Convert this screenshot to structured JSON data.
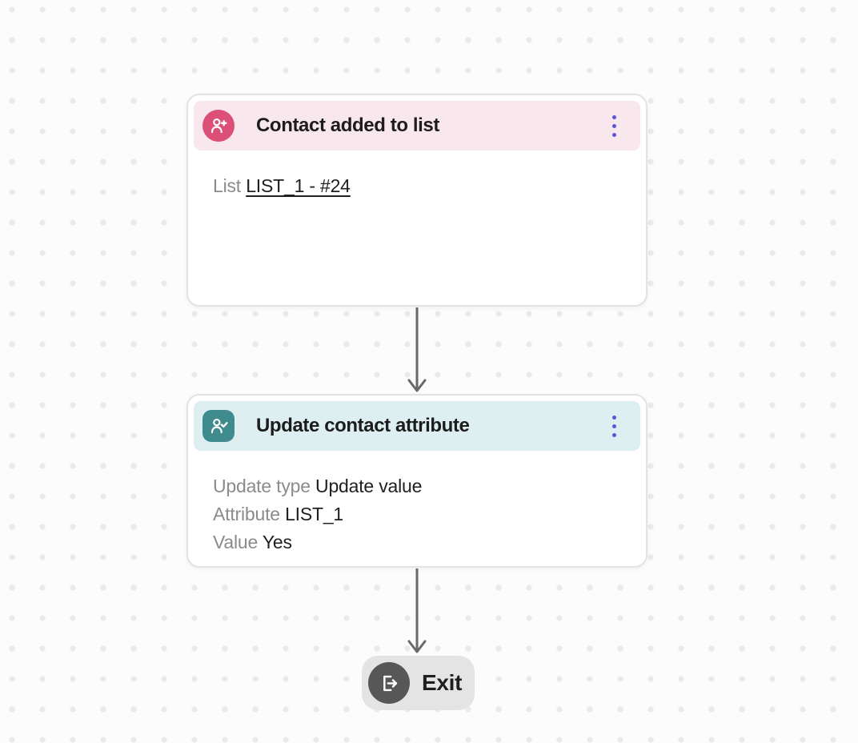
{
  "colors": {
    "canvas_bg": "#fcfcfc",
    "dot": "#eaeaea",
    "card_border": "#e3e3e3",
    "trigger_header_bg": "#f9e7ee",
    "trigger_icon_bg": "#dc4f77",
    "action_header_bg": "#ddeff1",
    "action_icon_bg": "#408b8e",
    "menu_dots": "#5b55d9",
    "arrow": "#696969",
    "exit_bg": "#e4e4e4",
    "exit_circle": "#575757",
    "title_color": "#1c1c1c",
    "label_color": "#8b8b8b",
    "value_color": "#202020"
  },
  "nodes": [
    {
      "type": "trigger",
      "title": "Contact added to list",
      "icon": "person-add-icon",
      "menu_icon": "kebab-menu-icon",
      "body": [
        {
          "label": "List",
          "value": "LIST_1 - #24"
        }
      ]
    },
    {
      "type": "action",
      "title": "Update contact attribute",
      "icon": "person-check-icon",
      "menu_icon": "kebab-menu-icon",
      "body": [
        {
          "label": "Update type",
          "value": "Update value"
        },
        {
          "label": "Attribute",
          "value": "LIST_1"
        },
        {
          "label": "Value",
          "value": "Yes"
        }
      ]
    }
  ],
  "exit": {
    "label": "Exit",
    "icon": "exit-icon"
  }
}
